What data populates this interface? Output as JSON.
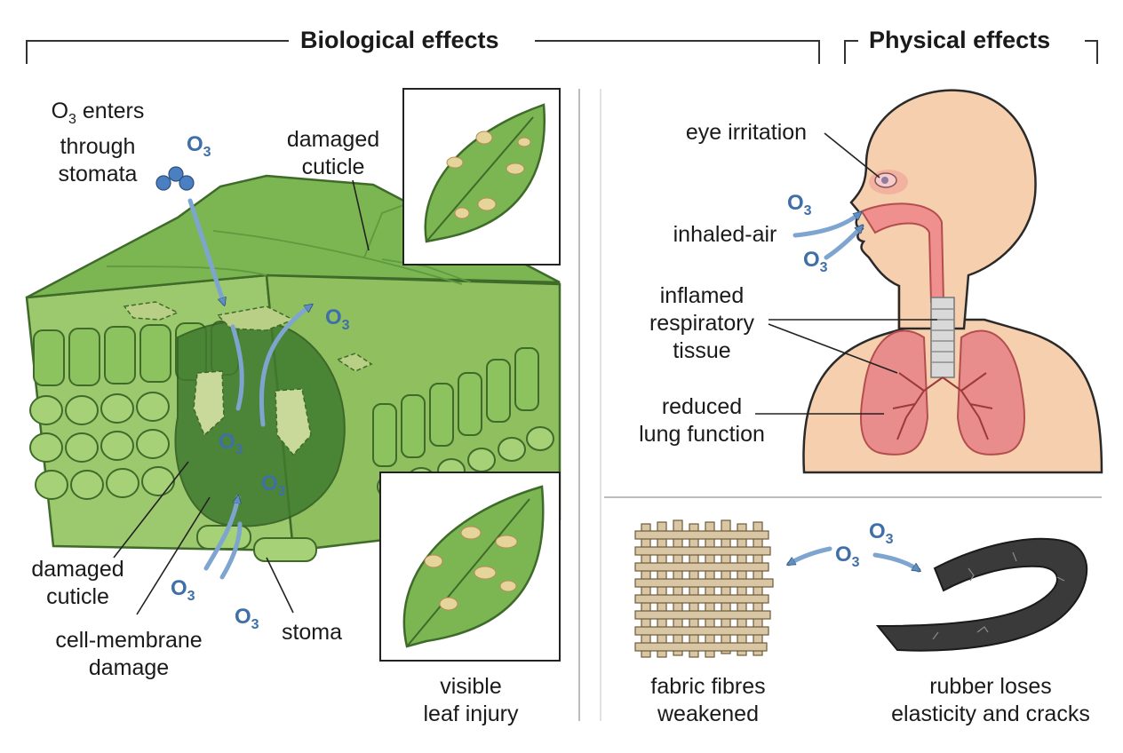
{
  "headers": {
    "biological": "Biological effects",
    "physical": "Physical effects"
  },
  "labels": {
    "o3_enters": [
      "O",
      "3",
      " enters",
      "through",
      "stomata"
    ],
    "damaged_cuticle_top": [
      "damaged",
      "cuticle"
    ],
    "damaged_cuticle_bottom": [
      "damaged",
      "cuticle"
    ],
    "cell_membrane": [
      "cell-membrane",
      "damage"
    ],
    "stoma": "stoma",
    "visible_leaf_injury": [
      "visible",
      "leaf injury"
    ],
    "eye_irritation": "eye irritation",
    "inhaled_air": "inhaled-air",
    "inflamed": [
      "inflamed",
      "respiratory",
      "tissue"
    ],
    "reduced_lung": [
      "reduced",
      "lung function"
    ],
    "fabric": [
      "fabric fibres",
      "weakened"
    ],
    "rubber": [
      "rubber loses",
      "elasticity and cracks"
    ]
  },
  "ozone": {
    "symbol": "O",
    "subscript": "3"
  },
  "colors": {
    "leaf_green": "#7cb653",
    "leaf_dark": "#4d8a35",
    "ozone_blue": "#3f6fa8",
    "arrow_blue": "#7da5cf",
    "skin": "#f5cfae",
    "lung_red": "#e98c8c",
    "rubber": "#3a3a3a",
    "fabric": "#d8c6a4"
  }
}
